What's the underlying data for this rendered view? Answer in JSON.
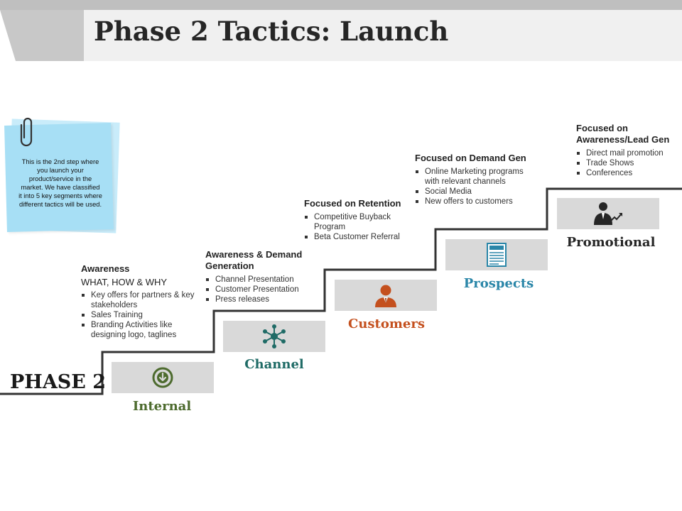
{
  "title": "Phase 2 Tactics: Launch",
  "phase_label": "PHASE 2",
  "note": {
    "text": "This is the 2nd  step where you launch your product/service in the market. We have classified it into 5 key segments where different tactics will be used."
  },
  "steps": [
    {
      "label": "Internal",
      "icon": "download-circle-icon",
      "color": "#4d6b2e",
      "heading": "Awareness",
      "subheading": "WHAT, HOW & WHY",
      "bullets": [
        "Key offers for partners & key stakeholders",
        "Sales Training",
        "Branding Activities like designing logo, taglines"
      ]
    },
    {
      "label": "Channel",
      "icon": "network-hub-icon",
      "color": "#1f6b66",
      "heading": "Awareness & Demand Generation",
      "bullets": [
        "Channel Presentation",
        "Customer Presentation",
        "Press releases"
      ]
    },
    {
      "label": "Customers",
      "icon": "person-icon",
      "color": "#c4501e",
      "heading": "Focused on Retention",
      "bullets": [
        "Competitive Buyback Program",
        "Beta Customer Referral"
      ]
    },
    {
      "label": "Prospects",
      "icon": "newspaper-icon",
      "color": "#2a86a8",
      "heading": "Focused on Demand Gen",
      "bullets": [
        "Online Marketing programs with relevant channels",
        "Social Media",
        "New offers to customers"
      ]
    },
    {
      "label": "Promotional",
      "icon": "businessman-growth-icon",
      "color": "#262626",
      "heading": "Focused on Awareness/Lead Gen",
      "bullets": [
        "Direct mail promotion",
        "Trade Shows",
        "Conferences"
      ]
    }
  ]
}
